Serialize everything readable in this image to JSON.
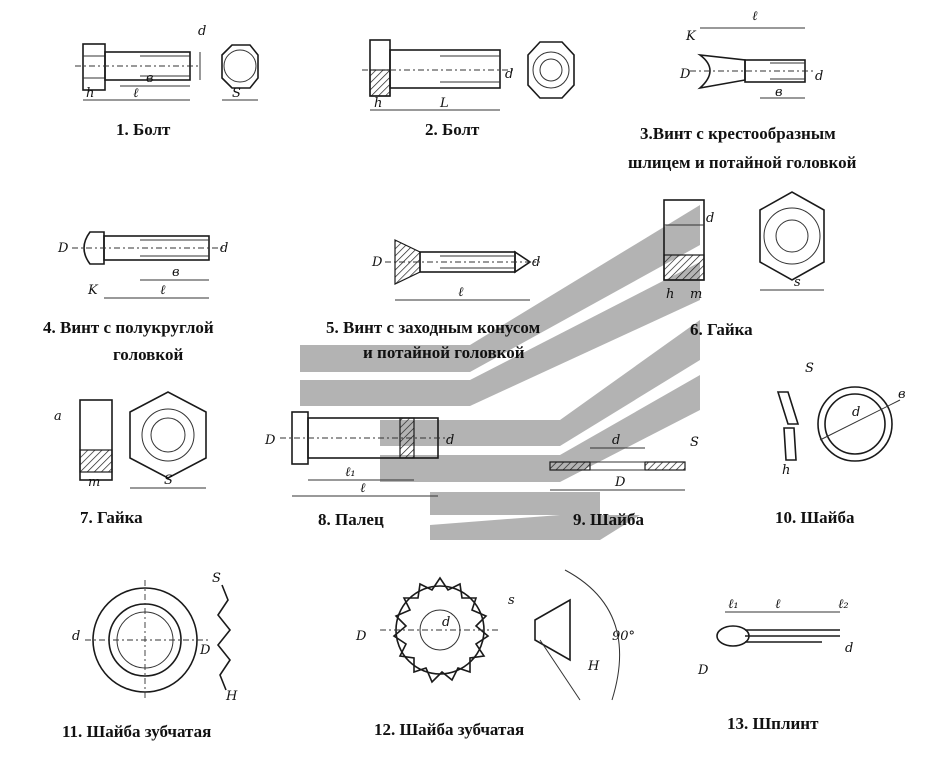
{
  "captions": {
    "c1": "1. Болт",
    "c2": "2. Болт",
    "c3a": "3.Винт с крестообразным",
    "c3b": "шлицем и потайной головкой",
    "c4a": "4. Винт с полукруглой",
    "c4b": "головкой",
    "c5a": "5. Винт с заходным конусом",
    "c5b": "и потайной головкой",
    "c6": "6. Гайка",
    "c7": "7. Гайка",
    "c8": "8. Палец",
    "c9": "9. Шайба",
    "c10": "10. Шайба",
    "c11": "11. Шайба зубчатая",
    "c12": "12. Шайба зубчатая",
    "c13": "13. Шплинт"
  },
  "dims": {
    "d": "d",
    "D": "D",
    "S": "S",
    "l": "ℓ",
    "b": "в",
    "h": "h",
    "k": "K",
    "L": "L",
    "m": "m",
    "a": "a",
    "l1": "ℓ₁",
    "l2": "ℓ₂",
    "l1b": "ℓ₁",
    "H": "H",
    "s": "s",
    "angle": "90°"
  },
  "watermark_color": "#9a9a9a"
}
